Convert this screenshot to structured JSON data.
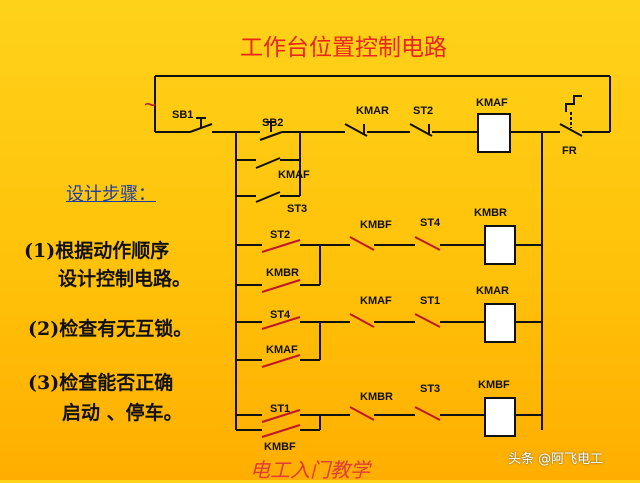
{
  "title": "工作台位置控制电路",
  "steps_title": "设计步骤：",
  "steps": [
    {
      "line1": "(1)根据动作顺序",
      "line2": "设计控制电路。"
    },
    {
      "line1": "(2)检查有无互锁。"
    },
    {
      "line1": "(3)检查能否正确",
      "line2": "启动 、停车。"
    }
  ],
  "ac_symbol": "~",
  "labels": {
    "sb1": "SB1",
    "sb2": "SB2",
    "kmaf_hold": "KMAF",
    "st3_top": "ST3",
    "kmar_r1": "KMAR",
    "st2_r1": "ST2",
    "kmaf_coil": "KMAF",
    "fr": "FR",
    "st2_r2": "ST2",
    "kmbr_r2": "KMBR",
    "kmbf_r2": "KMBF",
    "st4_r2": "ST4",
    "kmbr_coil": "KMBR",
    "st4_r3": "ST4",
    "kmaf_r3": "KMAF",
    "kmaf_r3b": "KMAF",
    "st1_r3": "ST1",
    "kmar_coil": "KMAR",
    "st1_r4": "ST1",
    "kmbf_r4": "KMBF",
    "kmbr_r4": "KMBR",
    "st3_r4": "ST3",
    "kmbf_coil": "KMBF"
  },
  "watermark": "电工入门教学",
  "credit": "头条 @阿飞电工"
}
